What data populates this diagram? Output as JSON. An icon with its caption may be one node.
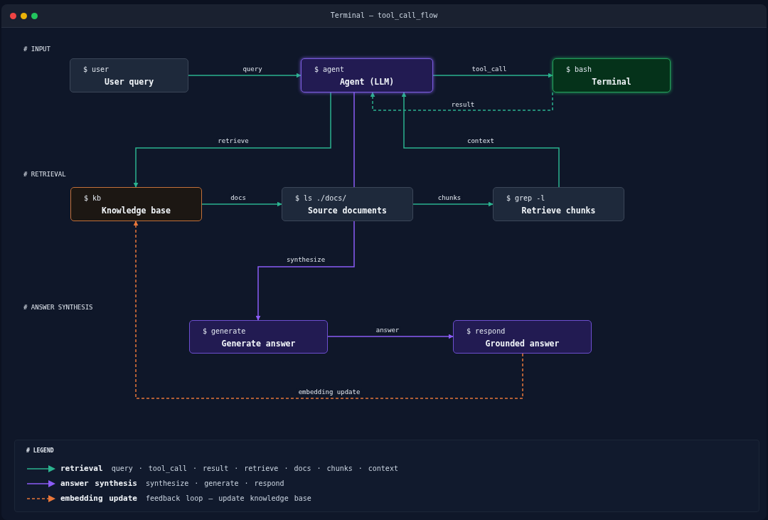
{
  "diagram": {
    "title": "Terminal — tool_call_flow",
    "nodes": [
      {
        "text": [
          "$ user",
          "User query"
        ]
      },
      {
        "text": [
          "$ agent",
          "Agent (LLM)"
        ]
      },
      {
        "text": [
          "$ bash",
          "Terminal"
        ]
      },
      {
        "text": [
          "$ kb",
          "Knowledge base"
        ]
      },
      {
        "text": [
          "$ ls ./docs/",
          "Source documents"
        ]
      },
      {
        "text": [
          "$ grep -l",
          "Retrieve chunks"
        ]
      },
      {
        "text": [
          "$ generate",
          "Generate answer"
        ]
      },
      {
        "text": [
          "$ respond",
          "Grounded answer"
        ]
      }
    ],
    "edges": [
      {
        "from": 0,
        "to": 1,
        "arrow": "to",
        "label": "query"
      },
      {
        "from": 1,
        "to": 2,
        "arrow": "to",
        "label": "tool_call"
      },
      {
        "from": 2,
        "to": 1,
        "arrow": "to",
        "label": "result",
        "style": "dashed"
      },
      {
        "from": 1,
        "to": 3,
        "arrow": "to",
        "label": "retrieve"
      },
      {
        "from": 5,
        "to": 1,
        "arrow": "to",
        "label": "context"
      },
      {
        "from": 3,
        "to": 4,
        "arrow": "to",
        "label": "docs"
      },
      {
        "from": 4,
        "to": 5,
        "arrow": "to",
        "label": "chunks"
      },
      {
        "from": 1,
        "to": 4,
        "arrow": "none",
        "color": "#8b5cf6"
      },
      {
        "from": 4,
        "to": 6,
        "arrow": "to",
        "label": "synthesize",
        "color": "#8b5cf6"
      },
      {
        "from": 6,
        "to": 7,
        "arrow": "to",
        "label": "answer",
        "color": "#8b5cf6"
      },
      {
        "from": 7,
        "to": 3,
        "arrow": "to",
        "label": "embedding update",
        "style": "dashed",
        "color": "#e8773a"
      }
    ],
    "labels": [
      "# INPUT",
      "# RETRIEVAL",
      "# ANSWER SYNTHESIS",
      "# LEGEND"
    ],
    "legend": [
      {
        "text": "**retrieval** query · tool_call · result · retrieve · docs · chunks · context"
      },
      {
        "text": "**answer synthesis** synthesize · generate · respond"
      },
      {
        "text": "**embedding update** feedback loop — update knowledge base"
      }
    ]
  }
}
